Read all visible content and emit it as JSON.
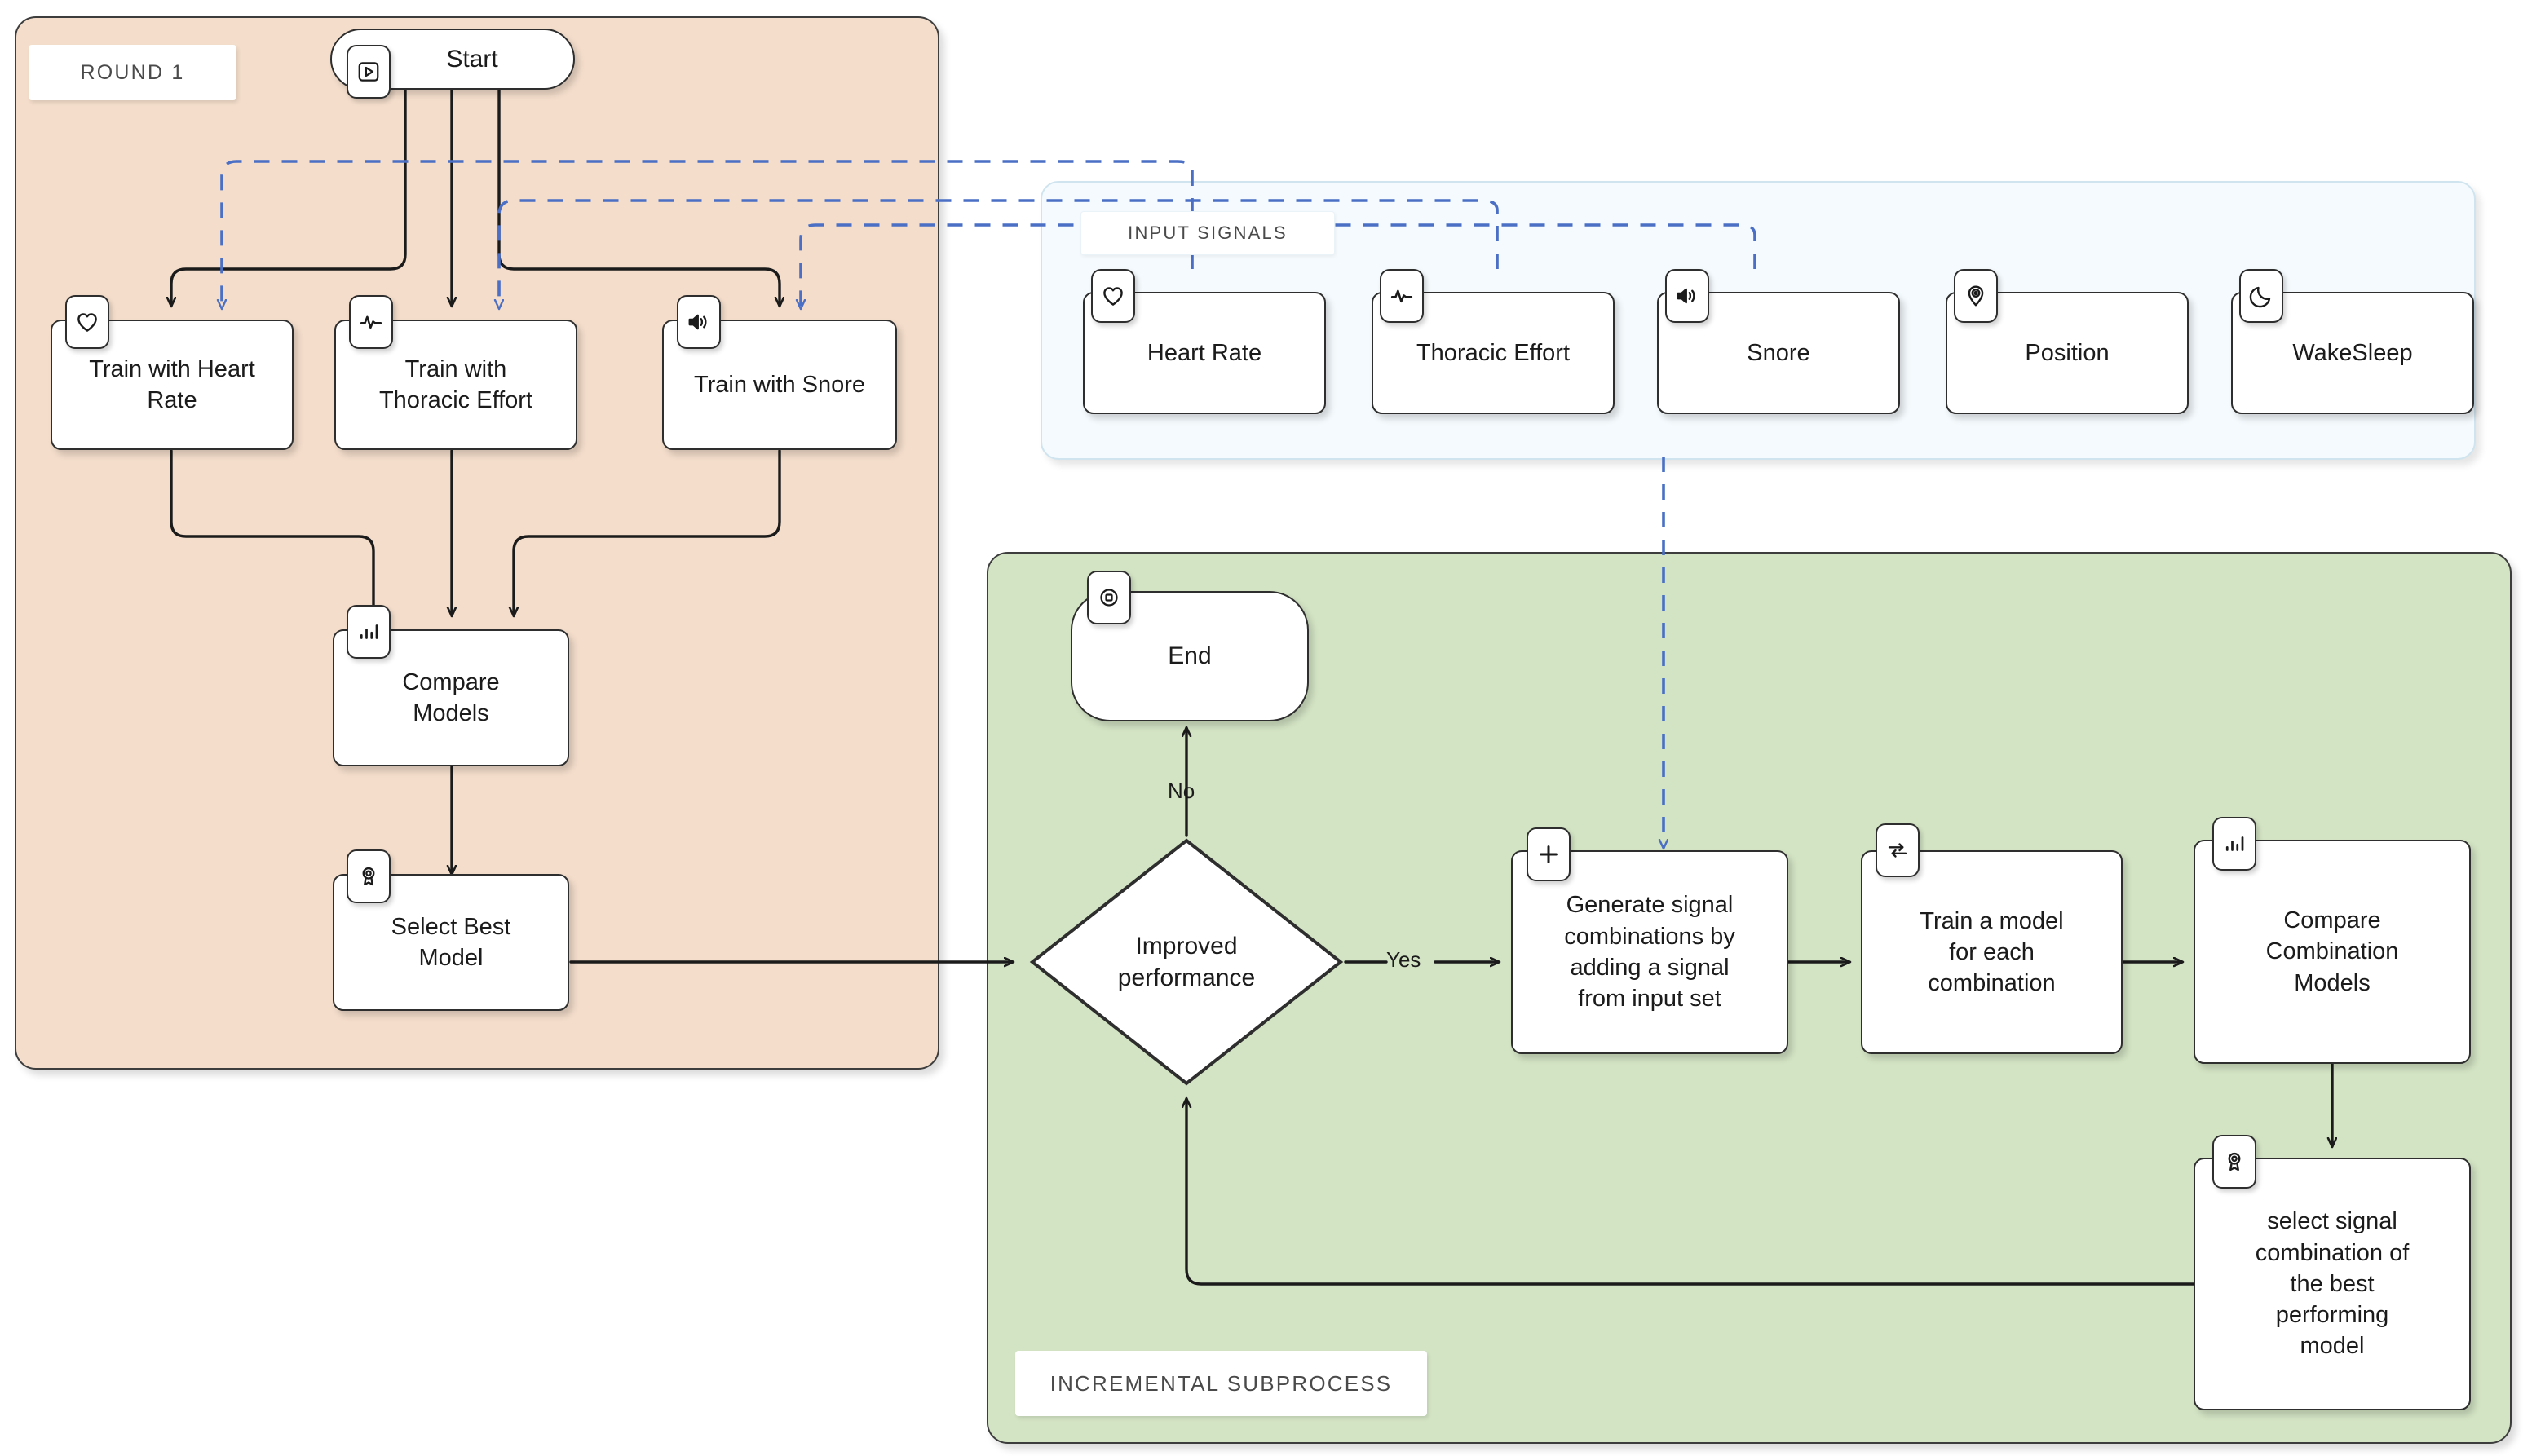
{
  "diagram": {
    "title": "Signal selection training flowchart",
    "colors": {
      "round1_fill": "#f4ddcb",
      "incremental_fill": "#d3e4c4",
      "inputs_fill": "#f4fafd",
      "stroke": "#2e2e2e",
      "dashed_flow": "#4a6fc4"
    }
  },
  "pools": {
    "round1": {
      "label": "ROUND 1"
    },
    "incremental": {
      "label": "INCREMENTAL SUBPROCESS"
    },
    "inputs": {
      "label": "INPUT SIGNALS"
    }
  },
  "round1_nodes": {
    "start": {
      "label": "Start",
      "icon": "play-icon"
    },
    "train_heart": {
      "label": "Train with Heart\nRate",
      "icon": "heart-icon"
    },
    "train_thoracic": {
      "label": "Train with\nThoracic Effort",
      "icon": "pulse-icon"
    },
    "train_snore": {
      "label": "Train with Snore",
      "icon": "speaker-icon"
    },
    "compare_models": {
      "label": "Compare\nModels",
      "icon": "bar-chart-icon"
    },
    "select_best": {
      "label": "Select Best\nModel",
      "icon": "award-icon"
    }
  },
  "input_signals": [
    {
      "label": "Heart Rate",
      "icon": "heart-icon"
    },
    {
      "label": "Thoracic Effort",
      "icon": "pulse-icon"
    },
    {
      "label": "Snore",
      "icon": "speaker-icon"
    },
    {
      "label": "Position",
      "icon": "location-pin-icon"
    },
    {
      "label": "WakeSleep",
      "icon": "moon-icon"
    }
  ],
  "incremental_nodes": {
    "end": {
      "label": "End",
      "icon": "stop-icon"
    },
    "decision": {
      "label": "Improved\nperformance"
    },
    "generate": {
      "label": "Generate signal\ncombinations by\nadding a signal\nfrom input set",
      "icon": "plus-icon"
    },
    "train_each": {
      "label": "Train a model\nfor each\ncombination",
      "icon": "repeat-icon"
    },
    "compare_comb": {
      "label": "Compare\nCombination\nModels",
      "icon": "bar-chart-icon"
    },
    "select_comb": {
      "label": "select signal\ncombination of\nthe best\nperforming\nmodel",
      "icon": "award-icon"
    }
  },
  "edge_labels": {
    "no": "No",
    "yes": "Yes"
  }
}
